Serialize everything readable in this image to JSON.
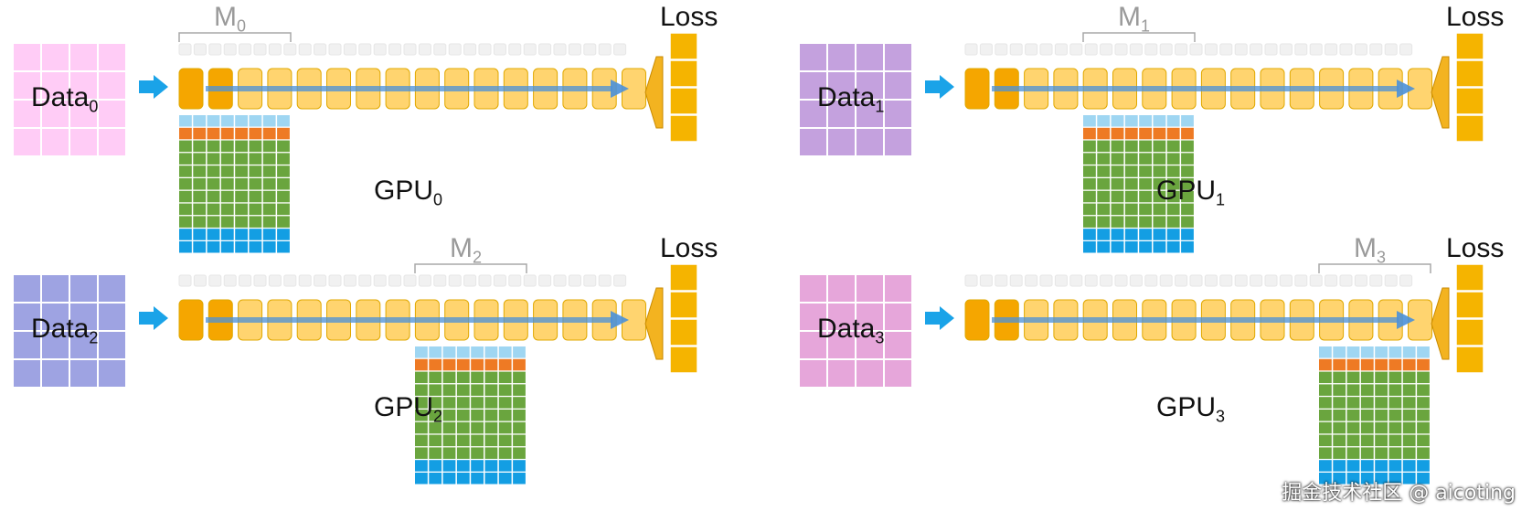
{
  "panels": [
    {
      "data_label": "Data",
      "data_sub": "0",
      "data_color": "#ffccf6",
      "model_label": "M",
      "model_sub": "0",
      "shard_index": 0,
      "gpu_label": "GPU",
      "gpu_sub": "0",
      "loss_label": "Loss"
    },
    {
      "data_label": "Data",
      "data_sub": "1",
      "data_color": "#c4a1de",
      "model_label": "M",
      "model_sub": "1",
      "shard_index": 1,
      "gpu_label": "GPU",
      "gpu_sub": "1",
      "loss_label": "Loss"
    },
    {
      "data_label": "Data",
      "data_sub": "2",
      "data_color": "#9ea3e2",
      "model_label": "M",
      "model_sub": "2",
      "shard_index": 2,
      "gpu_label": "GPU",
      "gpu_sub": "2",
      "loss_label": "Loss"
    },
    {
      "data_label": "Data",
      "data_sub": "3",
      "data_color": "#e6a6da",
      "model_label": "M",
      "model_sub": "3",
      "shard_index": 3,
      "gpu_label": "GPU",
      "gpu_sub": "3",
      "loss_label": "Loss"
    }
  ],
  "colors": {
    "layer_dark": "#f5a600",
    "layer_light": "#ffd46f",
    "arrow": "#4a90d9",
    "data_arrow": "#1aa3e8",
    "mem_light_blue": "#9fd6f2",
    "mem_orange": "#ee7a24",
    "mem_green": "#6aa53e",
    "mem_blue": "#139ee3",
    "loss": "#f5b400"
  },
  "watermark": "掘金技术社区 @ aicoting"
}
